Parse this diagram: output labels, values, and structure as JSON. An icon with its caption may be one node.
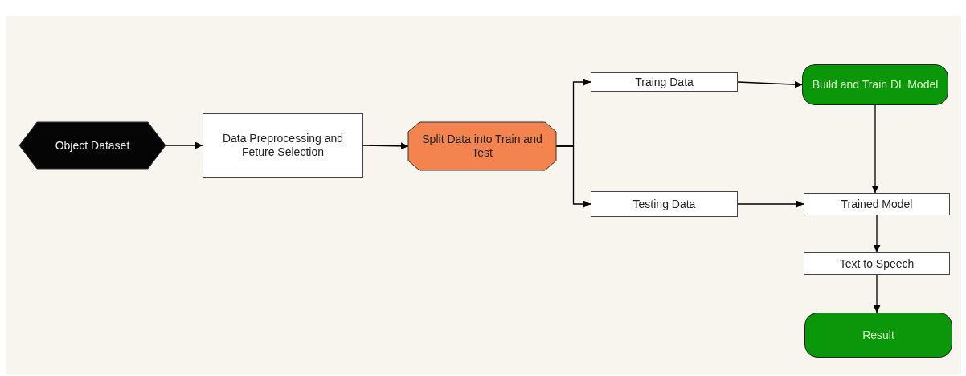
{
  "diagram": {
    "nodes": [
      {
        "text": [
          "Object Dataset"
        ]
      },
      {
        "text": [
          "Data Preprocessing and Feture Selection"
        ]
      },
      {
        "text": [
          "Split Data into Train and Test"
        ]
      },
      {
        "text": [
          "Traing Data"
        ]
      },
      {
        "text": [
          "Testing Data"
        ]
      },
      {
        "text": [
          "Build and Train DL Model"
        ]
      },
      {
        "text": [
          "Trained Model"
        ]
      },
      {
        "text": [
          "Text to Speech"
        ]
      },
      {
        "text": [
          "Result"
        ]
      }
    ],
    "edges": [
      {
        "from": 0,
        "to": 1,
        "arrow": "to"
      },
      {
        "from": 1,
        "to": 2,
        "arrow": "to"
      },
      {
        "from": 2,
        "to": 3,
        "arrow": "to"
      },
      {
        "from": 2,
        "to": 4,
        "arrow": "to"
      },
      {
        "from": 3,
        "to": 5,
        "arrow": "to"
      },
      {
        "from": 4,
        "to": 6,
        "arrow": "to"
      },
      {
        "from": 5,
        "to": 6,
        "arrow": "to"
      },
      {
        "from": 6,
        "to": 7,
        "arrow": "to"
      },
      {
        "from": 7,
        "to": 8,
        "arrow": "to"
      }
    ]
  }
}
